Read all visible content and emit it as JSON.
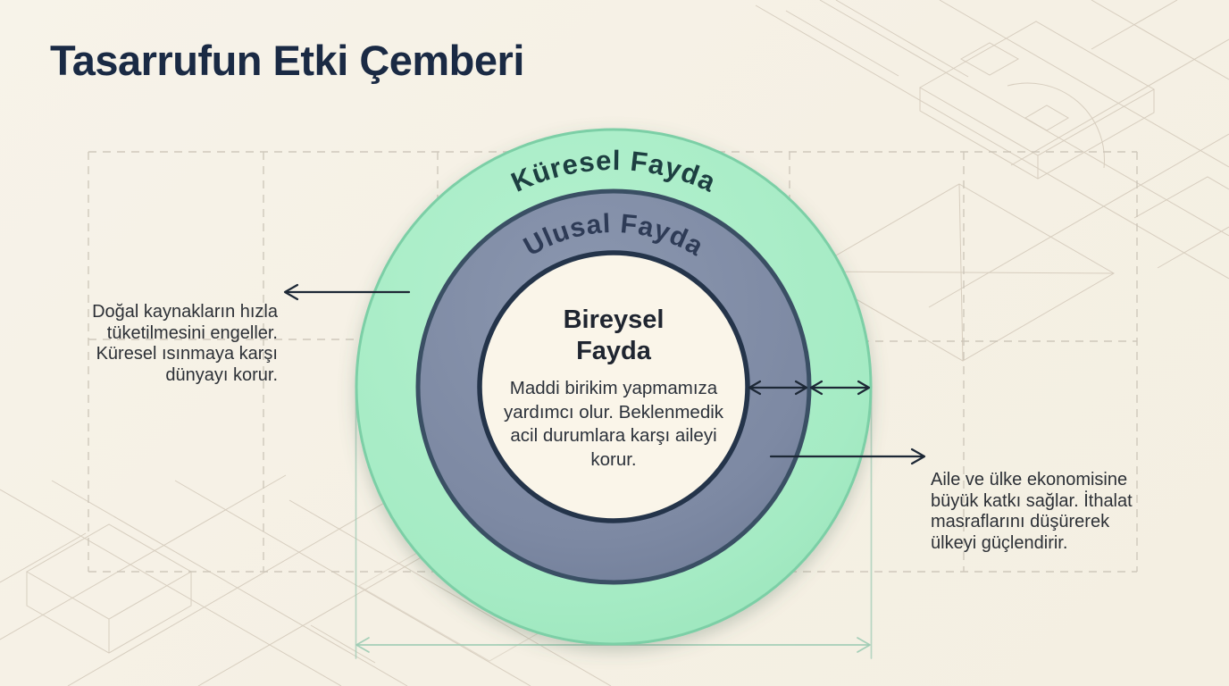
{
  "title": "Tasarrufun Etki Çemberi",
  "diagram": {
    "rings": [
      {
        "id": "global",
        "label": "Küresel Fayda",
        "fill": "#a9edc8",
        "label_color": "#1d3f41"
      },
      {
        "id": "national",
        "label": "Ulusal Fayda",
        "fill": "#7d89a3",
        "label_color": "#2e3b56"
      },
      {
        "id": "individual",
        "label": "Bireysel Fayda",
        "fill": "#faf5e9",
        "label_color": "#1f2530",
        "description": "Maddi birikim yapmamıza yardımcı olur. Beklenmedik acil durumlara karşı aileyi korur."
      }
    ]
  },
  "annotations": {
    "left": "Doğal kaynakların hızla tüketilmesini engeller. Küresel ısınmaya karşı dünyayı korur.",
    "right": "Aile ve ülke ekonomisine büyük katkı sağlar. İthalat masraflarını düşürerek ülkeyi güçlendirir."
  },
  "colors": {
    "background": "#f5f0e4",
    "title_text": "#1a2a44",
    "ring_border_navy": "#24344a",
    "green_edge": "#7bcfa6",
    "dimension_teal": "#9ccbb3",
    "arrow_dark": "#1d2836",
    "dashed_guide": "#c9c2b5",
    "blueprint_line": "#b3a492"
  }
}
